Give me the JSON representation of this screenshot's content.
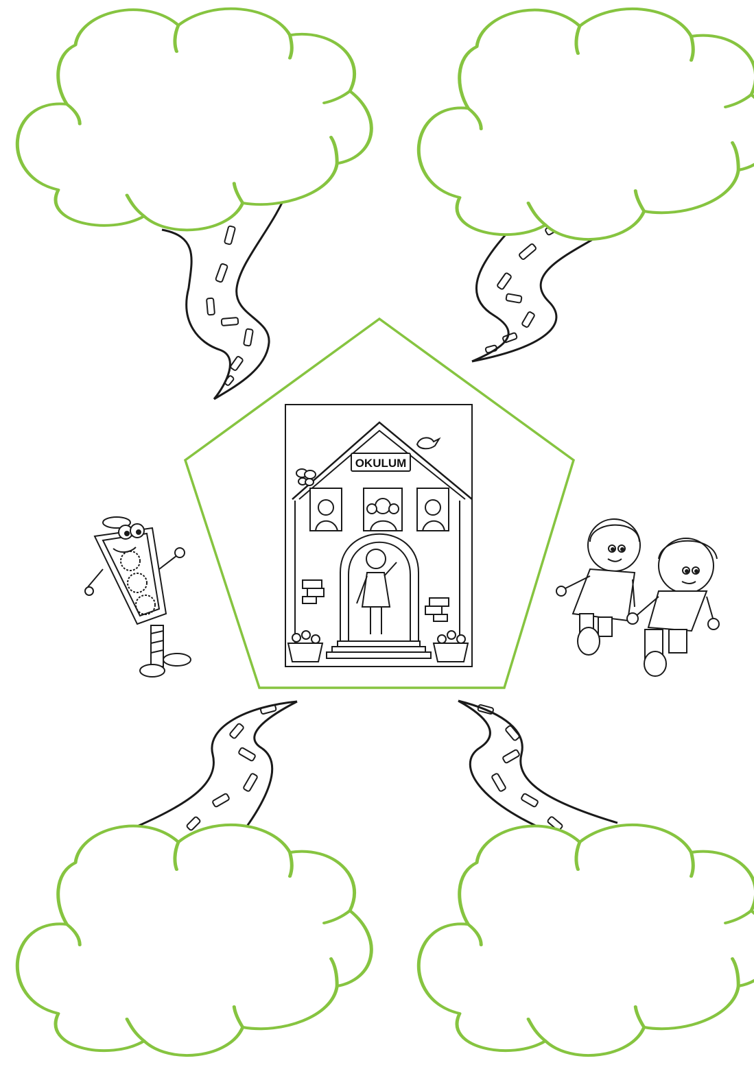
{
  "worksheet": {
    "school_sign": "OKULUM",
    "colors": {
      "cloud_outline": "#86c440",
      "pentagon_outline": "#86c440",
      "line_art": "#1a1a1a",
      "background": "#ffffff"
    },
    "clouds": [
      {
        "name": "cloud-top-left"
      },
      {
        "name": "cloud-top-right"
      },
      {
        "name": "cloud-bottom-left"
      },
      {
        "name": "cloud-bottom-right"
      }
    ],
    "icons": [
      "school-building-icon",
      "traffic-light-character-icon",
      "children-walking-icon",
      "bird-icon",
      "butterfly-icon",
      "flower-basket-icon"
    ]
  }
}
